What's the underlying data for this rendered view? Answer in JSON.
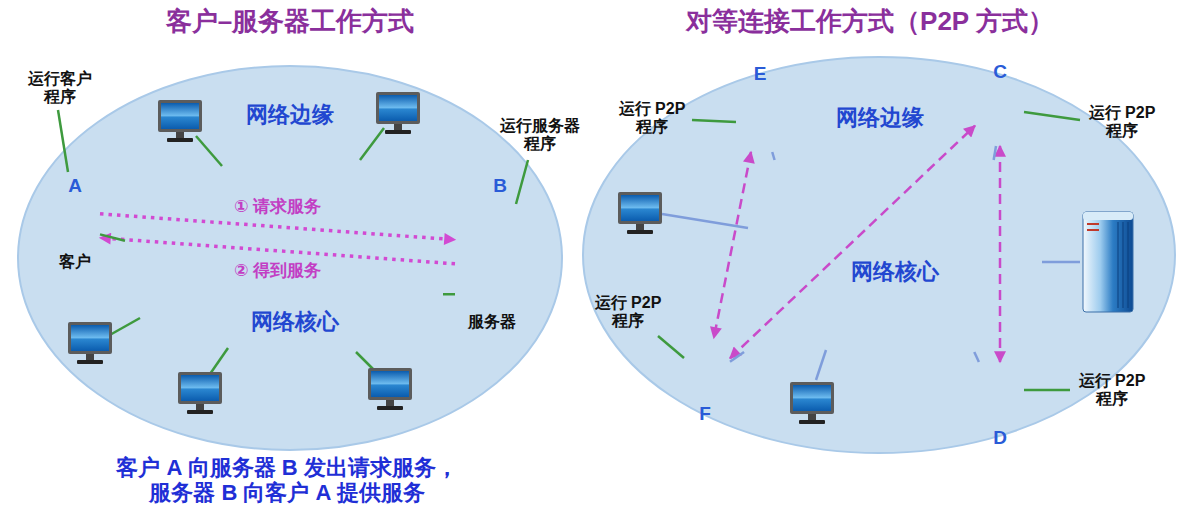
{
  "diagram": {
    "caption": "客户 A 向服务器 B 发出请求服务， 服务器 B 向客户 A 提供服务",
    "nodes": [
      {
        "text": [
          "客户–服务器工作方式",
          "网络边缘"
        ]
      },
      {
        "text": [
          "网络核心"
        ],
        "in": 0
      },
      {
        "text": [
          "A",
          "客户"
        ],
        "in": 0
      },
      {
        "text": [
          "B",
          "服务器"
        ],
        "in": 0
      },
      {
        "text": [
          "对等连接工作方式（P2P 方式）",
          "网络边缘"
        ]
      },
      {
        "text": [
          "网络核心"
        ],
        "in": 4
      },
      {
        "text": [
          "E"
        ],
        "in": 4
      },
      {
        "text": [
          "C"
        ],
        "in": 4
      },
      {
        "text": [
          "F"
        ],
        "in": 4
      },
      {
        "text": [
          "D"
        ],
        "in": 4
      }
    ],
    "edges": [
      {
        "from": 2,
        "to": 3,
        "arrow": "to",
        "label": "① 请求服务"
      },
      {
        "from": 3,
        "to": 2,
        "arrow": "to",
        "label": "② 得到服务"
      },
      {
        "from": 2,
        "to": 1,
        "arrow": "none"
      },
      {
        "from": 3,
        "to": 1,
        "arrow": "none"
      },
      {
        "from": 6,
        "to": 8,
        "arrow": "both"
      },
      {
        "from": 8,
        "to": 7,
        "arrow": "both"
      },
      {
        "from": 7,
        "to": 9,
        "arrow": "both"
      },
      {
        "from": 6,
        "to": 5,
        "arrow": "none"
      },
      {
        "from": 7,
        "to": 5,
        "arrow": "none"
      },
      {
        "from": 8,
        "to": 5,
        "arrow": "none"
      },
      {
        "from": 9,
        "to": 5,
        "arrow": "none"
      }
    ],
    "labels": [
      "运行客户程序",
      "运行服务器程序",
      "运行 P2P 程序",
      "运行 P2P 程序",
      "运行 P2P 程序",
      "运行 P2P 程序"
    ]
  }
}
